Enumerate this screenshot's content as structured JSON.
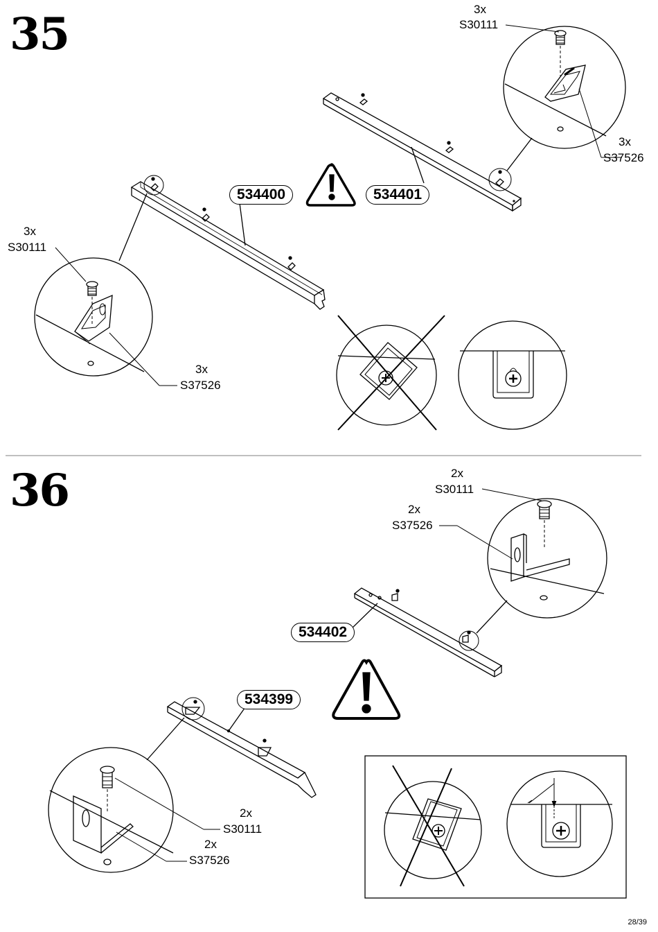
{
  "steps": [
    {
      "number": "35",
      "parts": {
        "left": "534400",
        "right": "534401"
      },
      "callouts": {
        "top_screw_qty": "3x",
        "top_screw_code": "S30111",
        "top_bracket_qty": "3x",
        "top_bracket_code": "S37526",
        "left_screw_qty": "3x",
        "left_screw_code": "S30111",
        "left_bracket_qty": "3x",
        "left_bracket_code": "S37526"
      }
    },
    {
      "number": "36",
      "parts": {
        "upper": "534402",
        "lower": "534399"
      },
      "callouts": {
        "top_screw_qty": "2x",
        "top_screw_code": "S30111",
        "top_bracket_qty": "2x",
        "top_bracket_code": "S37526",
        "bottom_screw_qty": "2x",
        "bottom_screw_code": "S30111",
        "bottom_bracket_qty": "2x",
        "bottom_bracket_code": "S37526"
      }
    }
  ],
  "icons": [
    "warning-icon",
    "screw-icon",
    "bracket-icon",
    "wrong-cross-icon"
  ],
  "page": "28/39"
}
